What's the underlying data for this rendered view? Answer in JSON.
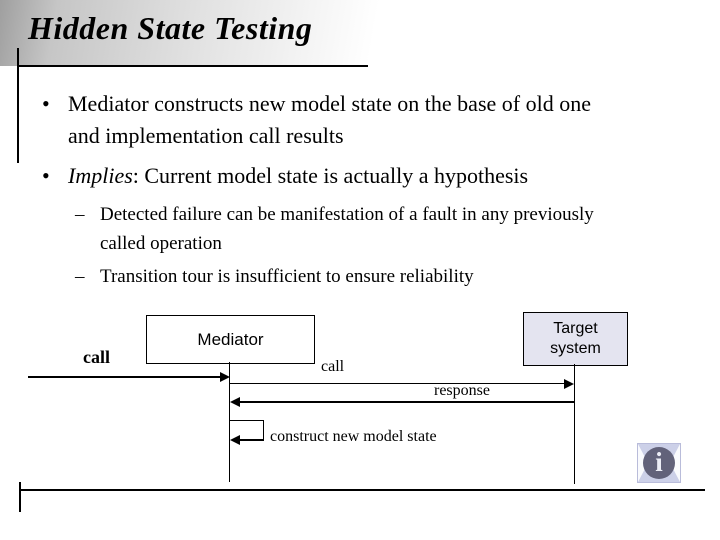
{
  "slide": {
    "title": "Hidden State Testing"
  },
  "bullets": {
    "marker_l1": "•",
    "marker_l2": "–",
    "b1": "Mediator constructs new model state on the base of old one and implementation call results",
    "b2_italic": "Implies",
    "b2_rest": ": Current model state is actually a hypothesis",
    "sub1": "Detected failure can be manifestation of a fault in any previously called operation",
    "sub2": "Transition tour is insufficient to ensure reliability"
  },
  "diagram": {
    "mediator_label": "Mediator",
    "target_label": "Target\nsystem",
    "call_in_label": "call",
    "call_label": "call",
    "response_label": "response",
    "self_loop_label": "construct new model state",
    "colors": {
      "target_box_fill": "#e4e4f0",
      "line": "#000000"
    }
  },
  "footer": {
    "info_glyph": "i"
  }
}
